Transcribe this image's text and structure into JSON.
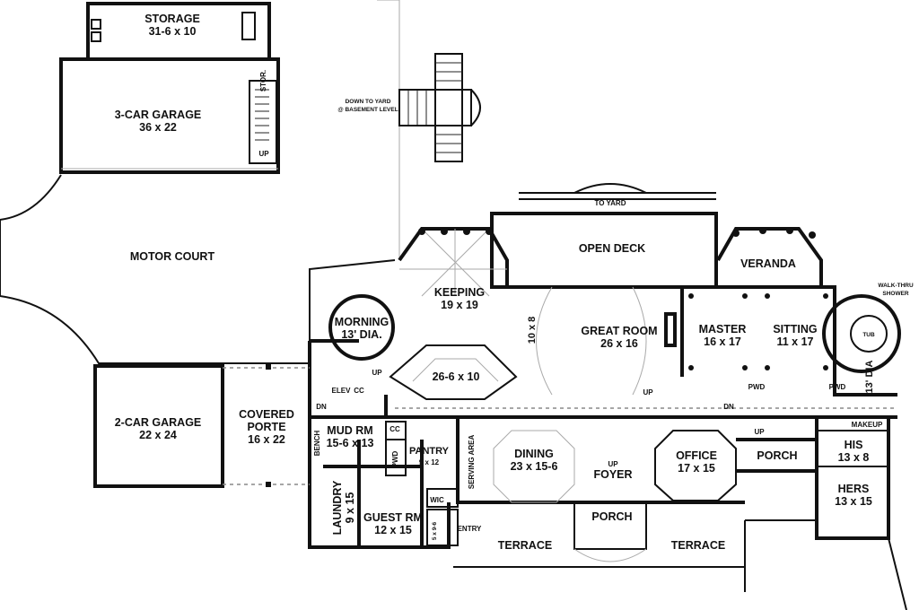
{
  "rooms": {
    "storage": {
      "name": "STORAGE",
      "dim": "31-6 x 10"
    },
    "garage3": {
      "name": "3-CAR GARAGE",
      "dim": "36 x 22"
    },
    "stor": "STOR.",
    "motor_court": "MOTOR COURT",
    "garage2": {
      "name": "2-CAR GARAGE",
      "dim": "22 x 24"
    },
    "covered_porte": {
      "name1": "COVERED",
      "name2": "PORTE",
      "dim": "16 x 22"
    },
    "keeping": {
      "name": "KEEPING",
      "dim": "19 x 19"
    },
    "morning": {
      "name": "MORNING",
      "dim": "13' DIA."
    },
    "kitchen_dim": "26-6 x 10",
    "pantry_side": "10 x 8",
    "open_deck": "OPEN DECK",
    "great_room": {
      "name": "GREAT ROOM",
      "dim": "26 x 16"
    },
    "veranda": "VERANDA",
    "master": {
      "name": "MASTER",
      "dim": "16 x 17"
    },
    "sitting": {
      "name": "SITTING",
      "dim": "11 x 17"
    },
    "walk_thru_shower": {
      "line1": "WALK-THRU",
      "line2": "SHOWER"
    },
    "tub": "TUB",
    "bath_dia": "13' DIA",
    "makeup": "MAKEUP",
    "his": {
      "name": "HIS",
      "dim": "13 x 8"
    },
    "hers": {
      "name": "HERS",
      "dim": "13 x 15"
    },
    "mud_rm": {
      "name": "MUD RM",
      "dim": "15-6 x 13"
    },
    "bench": "BENCH",
    "laundry": {
      "name": "LAUNDRY",
      "dim": "9 x 15"
    },
    "guest_rm": {
      "name": "GUEST RM",
      "dim": "12 x 15"
    },
    "pantry": {
      "name": "PANTRY",
      "dim": "9 x 12"
    },
    "serving_area": "SERVING AREA",
    "dining": {
      "name": "DINING",
      "dim": "23 x 15-6"
    },
    "foyer": "FOYER",
    "office": {
      "name": "OFFICE",
      "dim": "17 x 15"
    },
    "porch_right": "PORCH",
    "porch_front": "PORCH",
    "terrace_left": "TERRACE",
    "terrace_right": "TERRACE",
    "wic": "WIC",
    "closet_5x9": "5 x 9-6",
    "entry": "ENTRY",
    "elev": "ELEV",
    "cc1": "CC",
    "cc2": "CC",
    "pwd1": "PWD",
    "pwd2": "PWD",
    "pwd3": "PWD"
  },
  "annotations": {
    "to_yard": "TO YARD",
    "down_to_yard_1": "DOWN TO YARD",
    "down_to_yard_2": "@ BASEMENT LEVEL",
    "up_garage": "UP",
    "up_morning": "UP",
    "up_great": "UP",
    "up_foyer": "UP",
    "up_porch": "UP",
    "dn_left": "DN",
    "dn_right": "DN"
  }
}
